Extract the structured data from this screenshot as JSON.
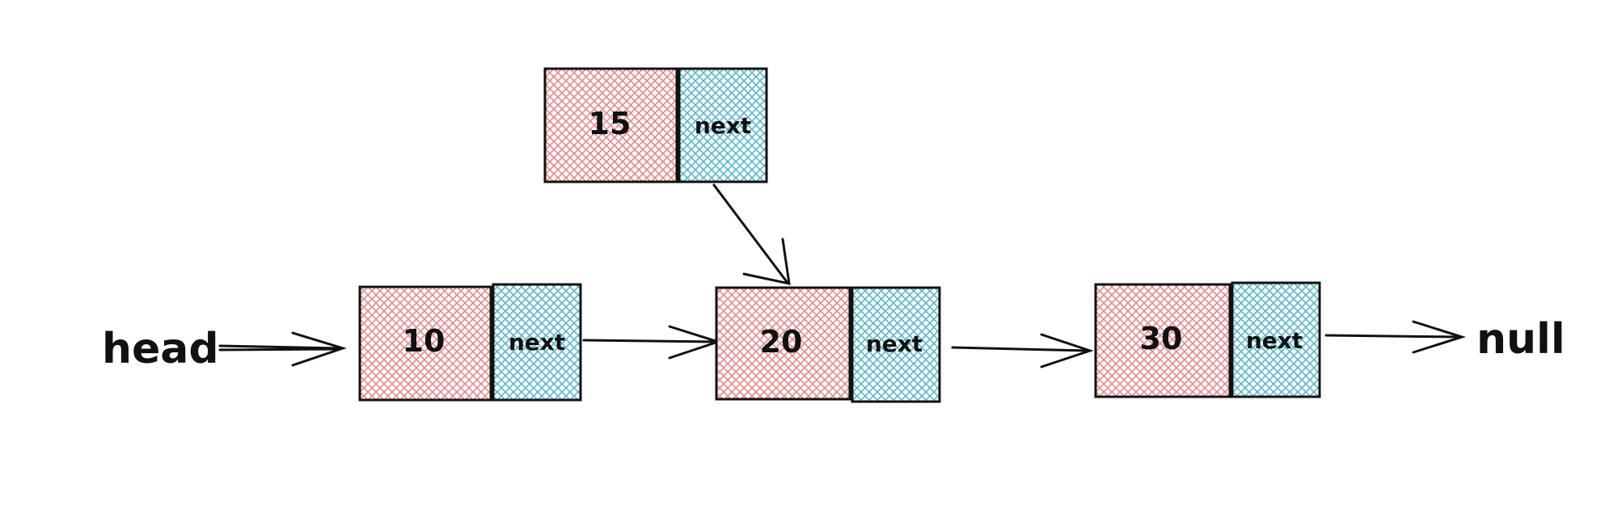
{
  "diagram": {
    "head_label": "head",
    "null_label": "null",
    "nodes": [
      {
        "id": "n10",
        "value": "10",
        "pointer_label": "next"
      },
      {
        "id": "n20",
        "value": "20",
        "pointer_label": "next"
      },
      {
        "id": "n30",
        "value": "30",
        "pointer_label": "next"
      },
      {
        "id": "n15",
        "value": "15",
        "pointer_label": "next"
      }
    ]
  },
  "colors": {
    "value_cell": "#e8888a",
    "pointer_cell": "#58b8cc",
    "stroke": "#111111",
    "background": "#ffffff"
  }
}
